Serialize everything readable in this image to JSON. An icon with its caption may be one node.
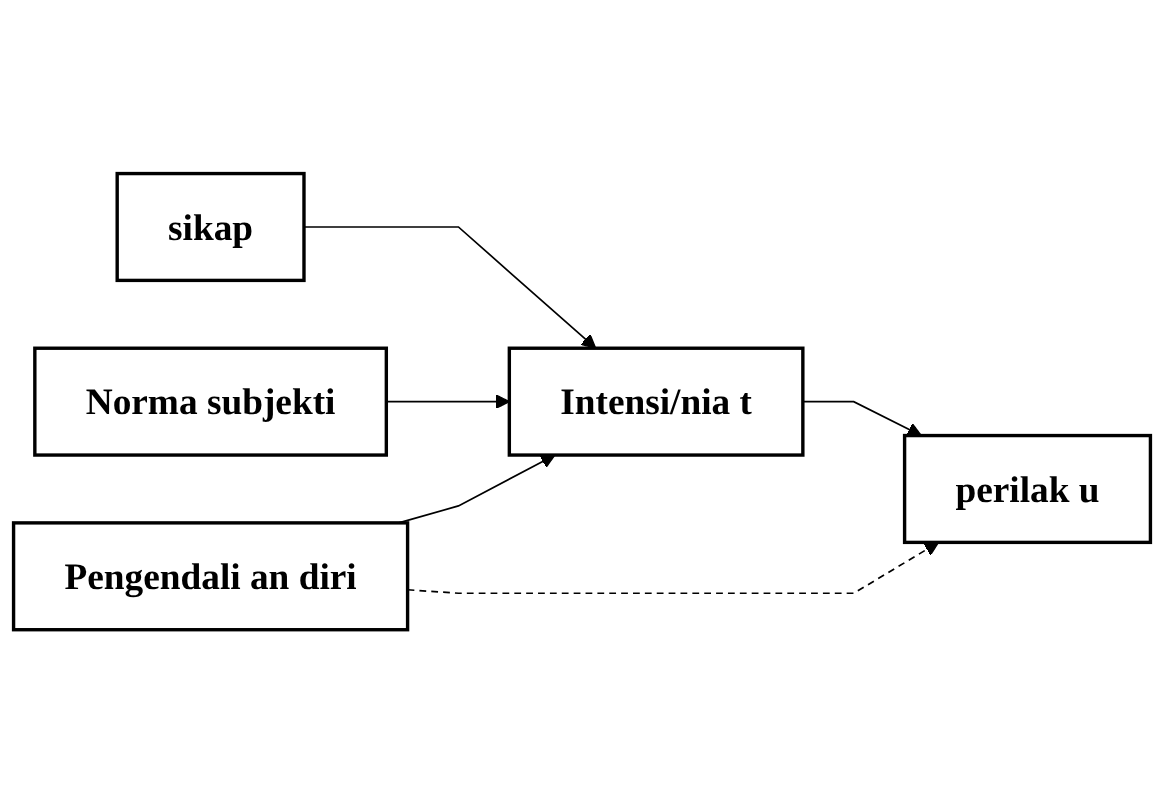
{
  "diagram": {
    "nodes": [
      {
        "text": [
          "sikap"
        ]
      },
      {
        "text": [
          "Norma subjekti"
        ]
      },
      {
        "text": [
          "Intensi/nia t"
        ]
      },
      {
        "text": [
          "perilak u"
        ]
      },
      {
        "text": [
          "Pengendali an diri"
        ]
      }
    ],
    "edges": [
      {
        "from": 0,
        "to": 2,
        "arrow": "to"
      },
      {
        "from": 1,
        "to": 2,
        "arrow": "to"
      },
      {
        "from": 2,
        "to": 3,
        "arrow": "to"
      },
      {
        "from": 4,
        "to": 2,
        "arrow": "to"
      },
      {
        "from": 4,
        "to": 3,
        "arrow": "to",
        "style": "dashed"
      }
    ]
  }
}
